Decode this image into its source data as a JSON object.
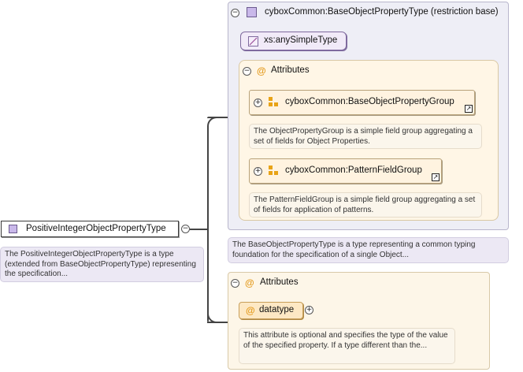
{
  "root": {
    "name": "PositiveIntegerObjectPropertyType",
    "doc": "The PositiveIntegerObjectPropertyType is a type (extended from BaseObjectPropertyType) representing the specification..."
  },
  "base": {
    "title": "cyboxCommon:BaseObjectPropertyType (restriction base)",
    "simple_type": "xs:anySimpleType",
    "attributes_label": "Attributes",
    "groups": [
      {
        "name": "cyboxCommon:BaseObjectPropertyGroup",
        "doc": "The ObjectPropertyGroup is a simple field group aggregating a set of fields for Object Properties."
      },
      {
        "name": "cyboxCommon:PatternFieldGroup",
        "doc": "The PatternFieldGroup is a simple field group aggregating a set of fields for application of patterns."
      }
    ],
    "doc": "The BaseObjectPropertyType is a type representing a common typing foundation for the specification of a single Object..."
  },
  "attributes": {
    "label": "Attributes",
    "datatype": {
      "name": "datatype",
      "doc": "This attribute is optional and specifies the type of the value of the specified property. If a type different than the..."
    }
  },
  "colors": {
    "type_fill": "#c9b8ea",
    "group_icon": "#e8a316",
    "attr_marker": "#e49b1e"
  }
}
